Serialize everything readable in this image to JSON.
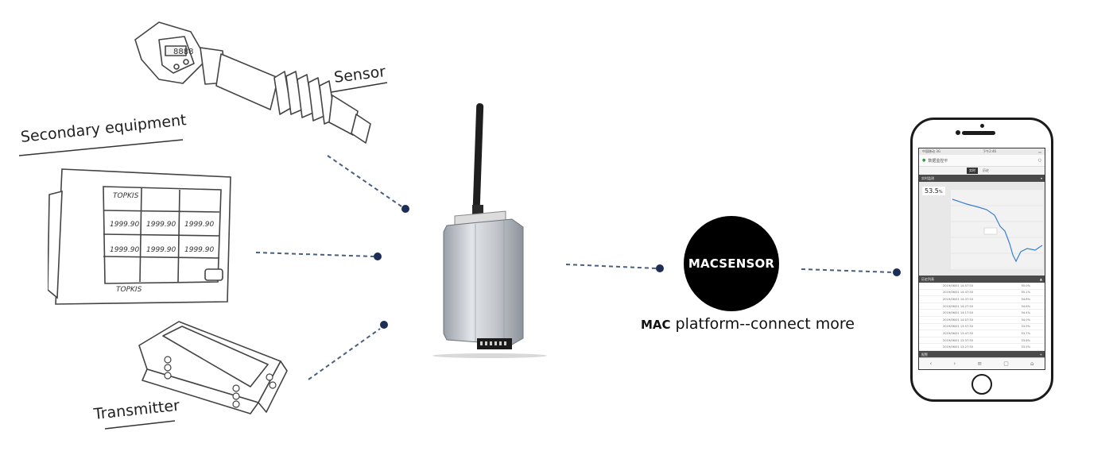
{
  "labels": {
    "sensor": "Sensor",
    "secondary": "Secondary equipment",
    "transmitter": "Transmitter"
  },
  "platform": {
    "badge": "MACSENSOR",
    "prefix": "MAC",
    "text": "platform--connect more"
  },
  "devices": {
    "sensor_display": "8888",
    "panel_brand": "TOPKIS",
    "panel_readings": [
      "1999.90",
      "1999.90",
      "1999.90",
      "1999.90",
      "1999.90",
      "1999.90"
    ]
  },
  "phone": {
    "status_left": "中国移动 3G",
    "status_time": "下午2:46",
    "url_title": "数据监控平",
    "tab_active": "实时",
    "tab_other": "历史",
    "section1": "实时监测",
    "value": "53.5",
    "value_unit": "%",
    "section2": "历史列表",
    "table_rows": [
      [
        "2019/06/01 14:57:50",
        "55.0%"
      ],
      [
        "2019/06/01 14:47:50",
        "55.1%"
      ],
      [
        "2019/06/01 14:37:50",
        "54.8%"
      ],
      [
        "2019/06/01 14:27:50",
        "54.6%"
      ],
      [
        "2019/06/01 14:17:50",
        "54.4%"
      ],
      [
        "2019/06/01 14:07:50",
        "54.0%"
      ],
      [
        "2019/06/01 13:57:50",
        "53.9%"
      ],
      [
        "2019/06/01 13:47:50",
        "53.7%"
      ],
      [
        "2019/06/01 13:37:50",
        "53.6%"
      ],
      [
        "2019/06/01 13:27:50",
        "53.5%"
      ]
    ],
    "bottom_bar": "报警"
  },
  "colors": {
    "connector": "#4a5f7e",
    "badge": "#000000",
    "gateway": "#c9ccd1"
  }
}
